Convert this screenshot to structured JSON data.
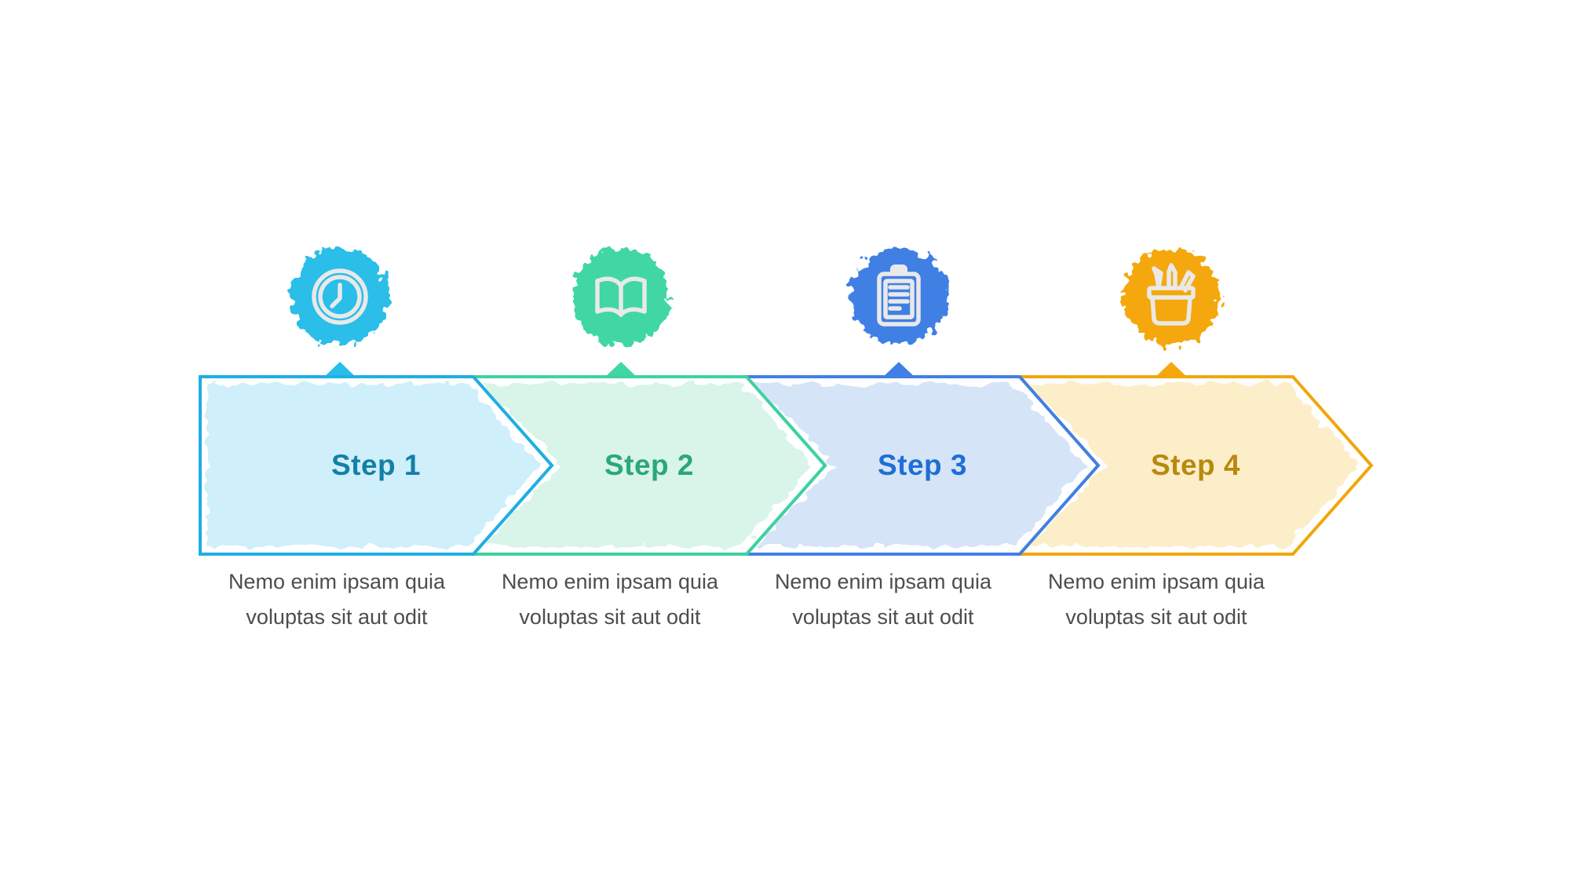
{
  "page": {
    "background": "#ffffff",
    "text_color": "#4d4d4d",
    "icon_glyph_color": "#e9e9e9"
  },
  "steps": [
    {
      "label": "Step 1",
      "description": "Nemo enim ipsam quia voluptas sit aut odit",
      "icon": "clock-icon",
      "colors": {
        "accent": "#1FAEE4",
        "fill": "#CFEFFA",
        "label_text": "#1380A8",
        "icon_bg": "#29BEE9"
      }
    },
    {
      "label": "Step 2",
      "description": "Nemo enim ipsam quia voluptas sit aut odit",
      "icon": "open-book-icon",
      "colors": {
        "accent": "#3DD2A0",
        "fill": "#D9F4E9",
        "label_text": "#29A87B",
        "icon_bg": "#41D7A4"
      }
    },
    {
      "label": "Step 3",
      "description": "Nemo enim ipsam quia voluptas sit aut odit",
      "icon": "clipboard-icon",
      "colors": {
        "accent": "#4080E4",
        "fill": "#D6E4F8",
        "label_text": "#1C6FD4",
        "icon_bg": "#4080E4"
      }
    },
    {
      "label": "Step 4",
      "description": "Nemo enim ipsam quia voluptas sit aut odit",
      "icon": "pencil-cup-icon",
      "colors": {
        "accent": "#F0A70C",
        "fill": "#FDEECA",
        "label_text": "#B8890D",
        "icon_bg": "#F5A80B"
      }
    }
  ]
}
